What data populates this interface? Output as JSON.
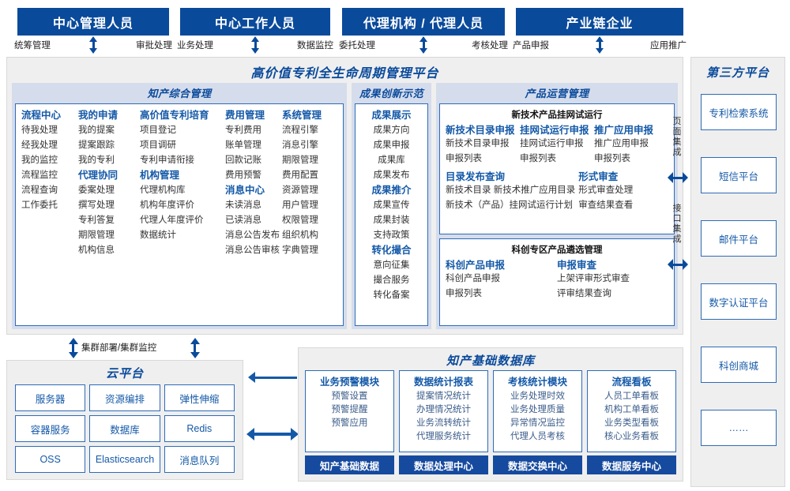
{
  "roles": [
    {
      "title": "中心管理人员",
      "left": "统筹管理",
      "right": "审批处理"
    },
    {
      "title": "中心工作人员",
      "left": "业务处理",
      "right": "数据监控"
    },
    {
      "title": "代理机构 / 代理人员",
      "left": "委托处理",
      "right": "考核处理"
    },
    {
      "title": "产业链企业",
      "left": "产品申报",
      "right": "应用推广"
    }
  ],
  "platform": {
    "title": "高价值专利全生命周期管理平台",
    "groups": {
      "comprehensive": {
        "title": "知产综合管理",
        "columns": [
          {
            "blocks": [
              {
                "head": "流程中心",
                "items": [
                  "待我处理",
                  "经我处理",
                  "我的监控",
                  "流程监控",
                  "流程查询",
                  "工作委托"
                ]
              }
            ]
          },
          {
            "blocks": [
              {
                "head": "我的申请",
                "items": [
                  "我的提案",
                  "提案跟踪",
                  "我的专利"
                ]
              },
              {
                "head": "代理协同",
                "items": [
                  "委案处理",
                  "撰写处理",
                  "专利答复",
                  "期限管理",
                  "机构信息"
                ]
              }
            ]
          },
          {
            "blocks": [
              {
                "head": "高价值专利培育",
                "items": [
                  "项目登记",
                  "项目调研",
                  "专利申请衔接"
                ]
              },
              {
                "head": "机构管理",
                "items": [
                  "代理机构库",
                  "机构年度评价",
                  "代理人年度评价",
                  "数据统计"
                ]
              }
            ]
          },
          {
            "blocks": [
              {
                "head": "费用管理",
                "items": [
                  "专利费用",
                  "账单管理",
                  "回款记账",
                  "费用预警"
                ]
              },
              {
                "head": "消息中心",
                "items": [
                  "未读消息",
                  "已读消息",
                  "消息公告发布",
                  "消息公告审核"
                ]
              }
            ]
          },
          {
            "blocks": [
              {
                "head": "系统管理",
                "items": [
                  "流程引擎",
                  "消息引擎",
                  "期限管理",
                  "费用配置",
                  "资源管理",
                  "用户管理",
                  "权限管理",
                  "组织机构",
                  "字典管理"
                ]
              }
            ]
          }
        ]
      },
      "innovation": {
        "title": "成果创新示范",
        "blocks": [
          {
            "head": "成果展示",
            "items": [
              "成果方向",
              "成果申报",
              "成果库",
              "成果发布"
            ]
          },
          {
            "head": "成果推介",
            "items": [
              "成果宣传",
              "成果封装",
              "支持政策"
            ]
          },
          {
            "head": "转化撮合",
            "items": [
              "意向征集",
              "撮合服务",
              "转化备案"
            ]
          }
        ]
      },
      "operation": {
        "title": "产品运营管理",
        "panels": [
          {
            "head": "新技术产品挂网试运行",
            "row1": [
              {
                "head": "新技术目录申报",
                "items": [
                  "新技术目录申报",
                  "申报列表"
                ]
              },
              {
                "head": "挂网试运行申报",
                "items": [
                  "挂网试运行申报",
                  "申报列表"
                ]
              },
              {
                "head": "推广应用申报",
                "items": [
                  "推广应用申报",
                  "申报列表"
                ]
              }
            ],
            "row2": [
              {
                "head": "目录发布查询",
                "items": [
                  "新技术目录    新技术推广应用目录",
                  "新技术（产品）挂网试运行计划"
                ]
              },
              {
                "head": "形式审查",
                "items": [
                  "形式审查处理",
                  "审查结果查看"
                ]
              }
            ]
          },
          {
            "head": "科创专区产品遴选管理",
            "row1": [
              {
                "head": "科创产品申报",
                "items": [
                  "科创产品申报",
                  "申报列表"
                ]
              },
              {
                "head": "申报审查",
                "items": [
                  "上架评审形式审查",
                  "评审结果查询"
                ]
              }
            ]
          }
        ]
      }
    }
  },
  "third_party": {
    "title": "第三方平台",
    "items": [
      "专利检索系统",
      "短信平台",
      "邮件平台",
      "数字认证平台",
      "科创商城",
      "……"
    ],
    "integrations": [
      {
        "label": "页面集成"
      },
      {
        "label": "接口集成"
      }
    ]
  },
  "cluster": {
    "label": "集群部署/集群监控"
  },
  "cloud": {
    "title": "云平台",
    "cells": [
      "服务器",
      "资源编排",
      "弹性伸缩",
      "容器服务",
      "数据库",
      "Redis",
      "OSS",
      "Elasticsearch",
      "消息队列"
    ]
  },
  "database": {
    "title": "知产基础数据库",
    "columns": [
      {
        "head": "业务预警模块",
        "items": [
          "预警设置",
          "预警提醒",
          "预警应用"
        ],
        "foot": "知产基础数据"
      },
      {
        "head": "数据统计报表",
        "items": [
          "提案情况统计",
          "办理情况统计",
          "业务流转统计",
          "代理服务统计"
        ],
        "foot": "数据处理中心"
      },
      {
        "head": "考核统计模块",
        "items": [
          "业务处理时效",
          "业务处理质量",
          "异常情况监控",
          "代理人员考核"
        ],
        "foot": "数据交换中心"
      },
      {
        "head": "流程看板",
        "items": [
          "人员工单看板",
          "机构工单看板",
          "业务类型看板",
          "核心业务看板"
        ],
        "foot": "数据服务中心"
      }
    ]
  },
  "colors": {
    "primary_dark": "#0A4A9B",
    "primary": "#1459A8",
    "border": "#2E6BB8",
    "panel_bg": "#D5DCEC",
    "surface": "#EFEFEF",
    "footer": "#164A9E"
  }
}
